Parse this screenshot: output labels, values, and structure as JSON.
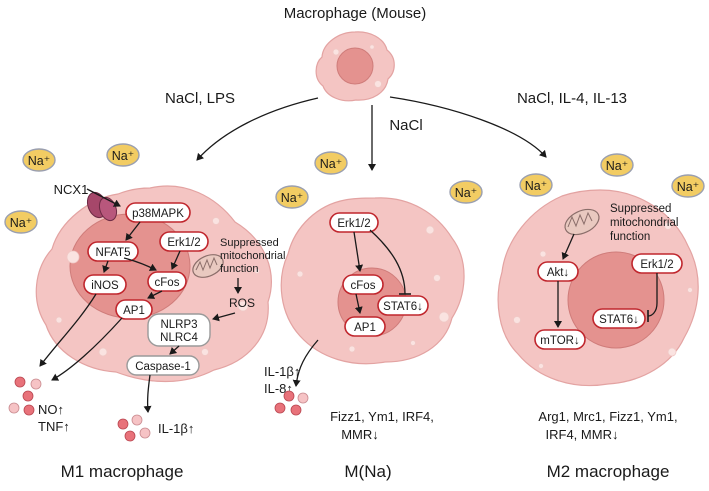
{
  "title": "Macrophage (Mouse)",
  "top_arrows": {
    "left": "NaCl, LPS",
    "middle": "NaCl",
    "right": "NaCl, IL-4, IL-13"
  },
  "ion": "Na⁺",
  "m1": {
    "label": "M1 macrophage",
    "transporter": "NCX1",
    "nodes": {
      "p38": "p38MAPK",
      "erk": "Erk1/2",
      "nfat5": "NFAT5",
      "cfos": "cFos",
      "inos": "iNOS",
      "ap1": "AP1",
      "nlrp3_line1": "NLRP3",
      "nlrp3_line2": "NLRC4",
      "caspase": "Caspase-1"
    },
    "mito_text": [
      "Suppressed",
      "mitochondrial",
      "function"
    ],
    "ros": "ROS",
    "outputs": {
      "no": "NO↑",
      "tnf": "TNF↑",
      "il1b": "IL-1β↑"
    }
  },
  "mna": {
    "label": "M(Na)",
    "nodes": {
      "erk": "Erk1/2",
      "cfos": "cFos",
      "stat6": "STAT6↓",
      "ap1": "AP1"
    },
    "outputs": {
      "il1b": "IL-1β↑",
      "il8": "IL-8↑"
    },
    "markers": [
      "Fizz1, Ym1, IRF4,",
      "MMR↓"
    ]
  },
  "m2": {
    "label": "M2 macrophage",
    "mito_text": [
      "Suppressed",
      "mitochondrial",
      "function"
    ],
    "nodes": {
      "akt": "Akt↓",
      "erk": "Erk1/2",
      "mtor": "mTOR↓",
      "stat6": "STAT6↓"
    },
    "markers": [
      "Arg1, Mrc1, Fizz1, Ym1,",
      "IRF4, MMR↓"
    ]
  },
  "colors": {
    "cell": "#f4c5c3",
    "nucleus": "#e4928f",
    "pill_border": "#c0262d",
    "sodium": "#f2cc63",
    "transporter": "#a6476a"
  }
}
